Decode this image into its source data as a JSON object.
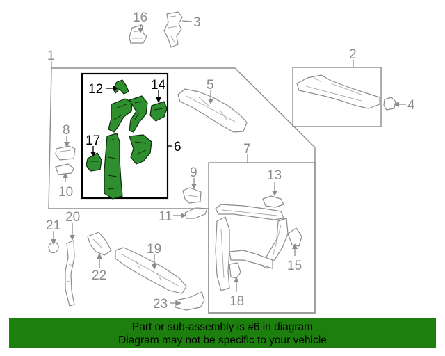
{
  "diagram": {
    "callouts": [
      "1",
      "2",
      "3",
      "4",
      "5",
      "6",
      "7",
      "8",
      "9",
      "10",
      "11",
      "12",
      "13",
      "14",
      "15",
      "16",
      "17",
      "18",
      "19",
      "20",
      "21",
      "22",
      "23"
    ],
    "highlighted_part": "6",
    "highlight_color": "#2f8f2f"
  },
  "banner": {
    "line1": "Part or sub-assembly is #6 in diagram",
    "line2": "Diagram may not be specific to your vehicle",
    "background": "#1d7f0e"
  }
}
